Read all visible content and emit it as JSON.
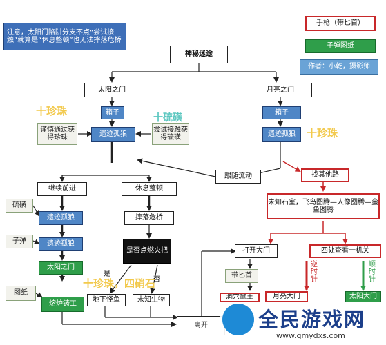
{
  "note": "注意，太阳门陷阱分支不点“尝试接触”就算是“休息整顿”也无法摔落危桥",
  "legend": {
    "red": "手枪（带匕首）",
    "green": "子弹图纸",
    "blue": "作者：小乾，摄影师"
  },
  "nodes": {
    "start": "神秘迷途",
    "sun_gate": "太阳之门",
    "moon_gate": "月亮之门",
    "box_left": "箱子",
    "trace_left": "遗迹孤狼",
    "box_right": "箱子",
    "trace_right": "遗迹孤狼",
    "careful": "谨慎通过获得珍珠",
    "try_touch": "尝试接触获得硫磺",
    "continue": "继续前进",
    "rest": "休息整顿",
    "follow": "跟随流动",
    "other_way": "找其他路",
    "unknown_stone": "未知石室，飞鸟图腾—人像图腾—蛮鱼图腾",
    "trace_a": "遗迹孤狼",
    "trace_b": "遗迹孤狼",
    "sun_gate2": "太阳之门",
    "fall_bridge": "摔落危桥",
    "fire_question": "是否点燃火把",
    "underground_fish": "地下怪鱼",
    "unknown_creature": "未知生物",
    "big_door": "打开大门",
    "search": "四处查看一机关",
    "dagger": "带匕首",
    "forge": "熔炉铸工",
    "cave": "洞穴鼠王",
    "moon_door": "月亮大门",
    "sun_door": "太阳大门",
    "leave": "离开"
  },
  "side_items": {
    "sulfur": "硫磺",
    "bullet": "子弹",
    "drawing": "图纸"
  },
  "rewards": {
    "pearl_left": "十珍珠",
    "sulfur_mid": "十硫磺",
    "pearl_right": "十珍珠",
    "pearl_stone": "十珍珠，四硝石"
  },
  "edge_labels": {
    "yes": "是",
    "no": "否",
    "ccw": "逆时针",
    "cw": "顺时针"
  },
  "watermark": {
    "title": "全民游戏网",
    "url": "www.qmydxs.com"
  },
  "colors": {
    "red": "#c8282a",
    "blue": "#4f86c6",
    "green": "#2f9e4a",
    "yellow": "#f2c94c"
  }
}
